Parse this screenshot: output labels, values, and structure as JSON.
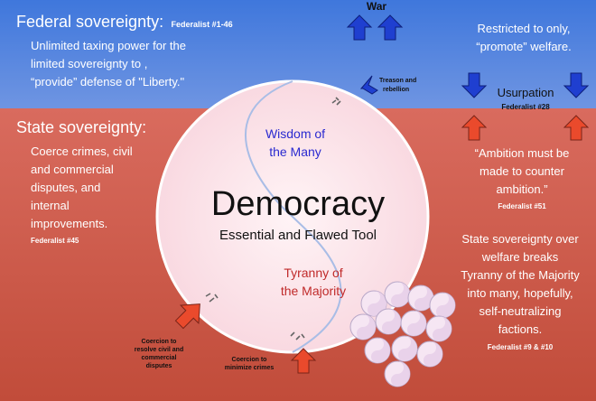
{
  "top_label": "War",
  "federal": {
    "heading": "Federal sovereignty:",
    "ref": "Federalist #1-46",
    "lines": [
      "Unlimited taxing power for the",
      "limited sovereignty to ,",
      "“provide” defense of \"Liberty.\""
    ]
  },
  "restricted": {
    "lines": [
      "Restricted to only,",
      "“promote” welfare."
    ]
  },
  "treason": {
    "lines": [
      "Treason and",
      "rebellion"
    ]
  },
  "usurpation": {
    "label": "Usurpation",
    "ref": "Federalist #28"
  },
  "state": {
    "heading": "State sovereignty:",
    "lines": [
      "Coerce crimes, civil",
      "and commercial",
      "disputes, and",
      "internal",
      "improvements."
    ],
    "ref": "Federalist #45"
  },
  "circle": {
    "wisdom": [
      "Wisdom of",
      "the Many"
    ],
    "title": "Democracy",
    "subtitle": "Essential and Flawed Tool",
    "tyranny": [
      "Tyranny of",
      "the Majority"
    ]
  },
  "ambition": {
    "lines": [
      "“Ambition must be",
      "made to counter",
      "ambition.”"
    ],
    "ref": "Federalist #51"
  },
  "welfare": {
    "lines": [
      "State sovereignty over",
      "welfare breaks",
      "Tyranny of the Majority",
      "into many, hopefully,",
      "self-neutralizing",
      "factions."
    ],
    "ref": "Federalist #9 & #10"
  },
  "coercion_civil": [
    "Coercion to",
    "resolve civil and",
    "commercial",
    "disputes"
  ],
  "coercion_crimes": [
    "Coercion to",
    "minimize crimes"
  ],
  "colors": {
    "federal_bg": "#4a7fdc",
    "state_bg": "#c95a48",
    "circle_fill": "#fde9ee",
    "up_arrow_blue": "#1f3fd0",
    "up_arrow_red": "#e8452a",
    "wisdom_text": "#2a2ad0",
    "tyranny_text": "#c02a2a"
  }
}
